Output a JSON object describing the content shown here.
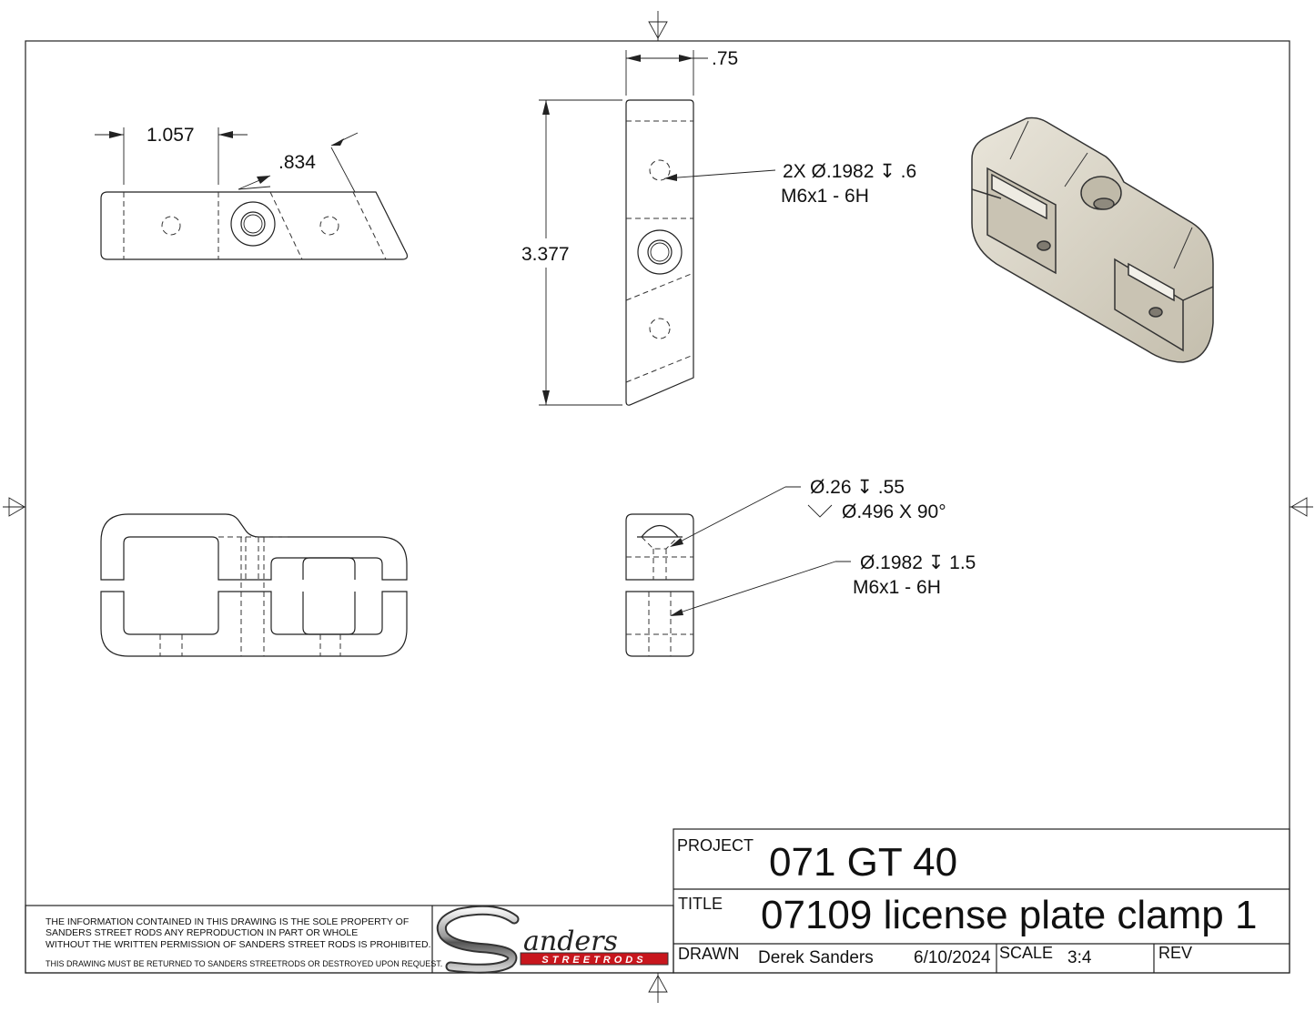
{
  "dimensions": {
    "top_view_width": "1.057",
    "top_view_angle_offset": ".834",
    "front_view_thickness": ".75",
    "front_view_height": "3.377",
    "callout_front_line1": "2X Ø.1982 ↧ .6",
    "callout_front_line2": "M6x1 - 6H",
    "callout_side_cbore_line1": "Ø.26 ↧ .55",
    "callout_side_cbore_line2": "Ø.496 X 90°",
    "callout_side_tap_line1": "Ø.1982 ↧ 1.5",
    "callout_side_tap_line2": "M6x1 - 6H"
  },
  "notes": {
    "line1": "THE INFORMATION CONTAINED IN THIS DRAWING IS THE SOLE PROPERTY OF",
    "line2": "SANDERS STREET RODS ANY REPRODUCTION IN PART OR WHOLE",
    "line3": "WITHOUT THE WRITTEN PERMISSION OF SANDERS STREET RODS IS PROHIBITED.",
    "line4": "THIS DRAWING MUST BE RETURNED TO SANDERS STREETRODS OR DESTROYED UPON REQUEST."
  },
  "logo": {
    "script": "Sanders",
    "banner": "STREETRODS",
    "banner_color": "#c8161d"
  },
  "title_block": {
    "project_label": "PROJECT",
    "project_value": "071 GT 40",
    "title_label": "TITLE",
    "title_value": "07109 license plate clamp 1",
    "drawn_label": "DRAWN",
    "drawn_by": "Derek Sanders",
    "date": "6/10/2024",
    "scale_label": "SCALE",
    "scale_value": "3:4",
    "rev_label": "REV"
  },
  "colors": {
    "part_shade": "#d9d4c7",
    "line": "#222222"
  }
}
